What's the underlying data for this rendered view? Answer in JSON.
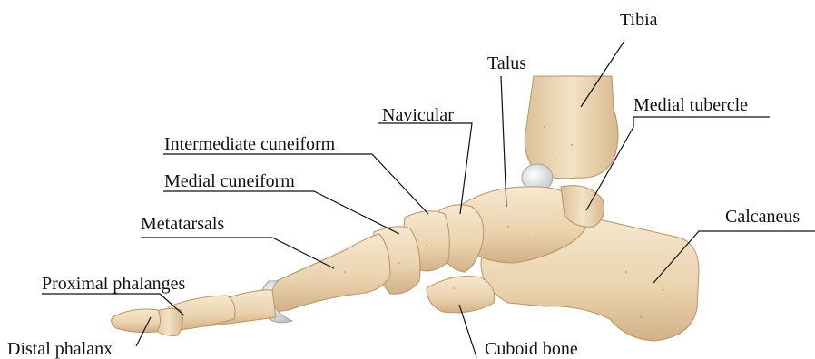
{
  "colors": {
    "bone_light": "#f1dfc0",
    "bone_mid": "#e3c9a2",
    "bone_shadow": "#c9a77c",
    "cartilage": "#d9dbde",
    "leader_line": "#111111",
    "text": "#111111"
  },
  "labels": {
    "tibia": "Tibia",
    "talus": "Talus",
    "medial_tubercle": "Medial tubercle",
    "navicular": "Navicular",
    "intermediate_cuneiform": "Intermediate cuneiform",
    "medial_cuneiform": "Medial cuneiform",
    "calcaneus": "Calcaneus",
    "metatarsals": "Metatarsals",
    "proximal_phalanges": "Proximal phalanges",
    "distal_phalanx": "Distal phalanx",
    "cuboid_bone": "Cuboid bone"
  }
}
